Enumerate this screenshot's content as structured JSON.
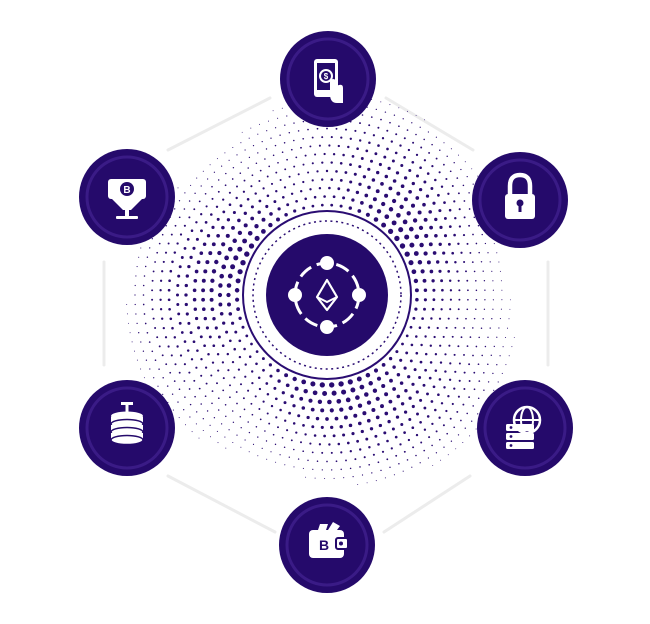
{
  "colors": {
    "node_fill": "#250a6b",
    "node_ring": "#3a1b86",
    "dot": "#2a0c72",
    "icon": "#ffffff",
    "connector": "#ececec",
    "background": "#ffffff"
  },
  "center": {
    "icon": "ethereum-network-icon"
  },
  "nodes": [
    {
      "id": "top",
      "icon": "mobile-payment-icon"
    },
    {
      "id": "top-right",
      "icon": "lock-icon"
    },
    {
      "id": "bottom-right",
      "icon": "global-server-icon"
    },
    {
      "id": "bottom",
      "icon": "bitcoin-wallet-icon"
    },
    {
      "id": "bottom-left",
      "icon": "coin-stack-icon"
    },
    {
      "id": "top-left",
      "icon": "bitcoin-mining-icon"
    }
  ]
}
